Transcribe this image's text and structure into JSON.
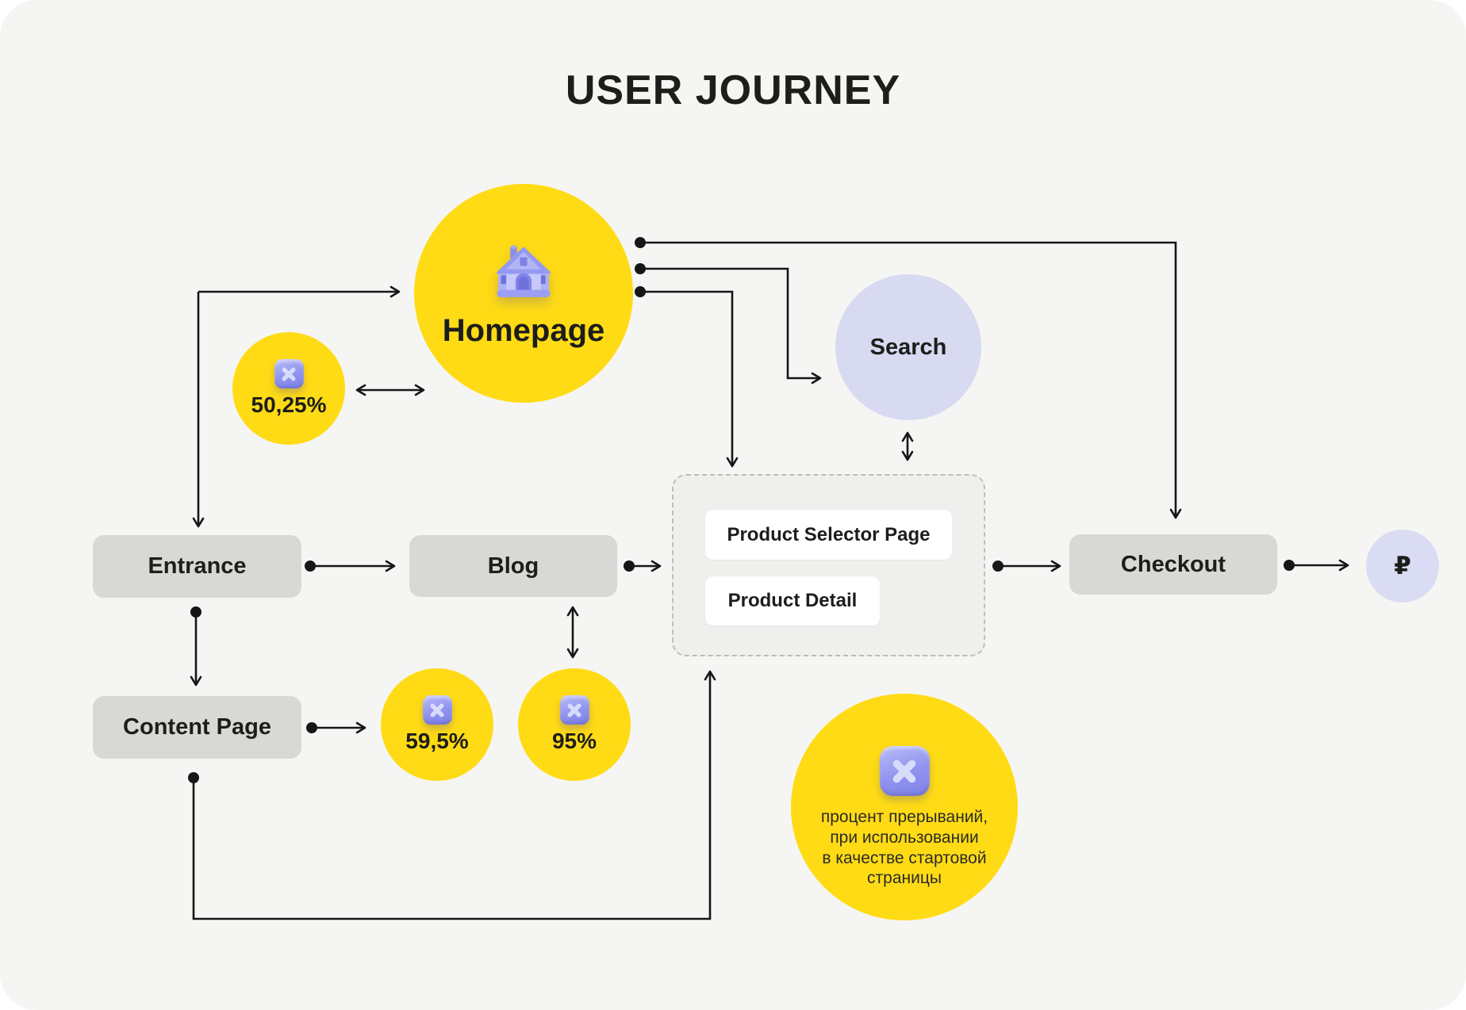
{
  "title": "USER JOURNEY",
  "colors": {
    "panel_background": "#f5f5f3",
    "accent_yellow": "#ffdb15",
    "accent_lavender": "#d7daf0",
    "node_gray": "#d8d8d6",
    "line_black": "#161616",
    "text": "#1d1d1b"
  },
  "nodes": {
    "homepage": {
      "label": "Homepage"
    },
    "search": {
      "label": "Search"
    },
    "entrance": {
      "label": "Entrance"
    },
    "blog": {
      "label": "Blog"
    },
    "checkout": {
      "label": "Checkout"
    },
    "content_page": {
      "label": "Content Page"
    },
    "product_group": {
      "selector_label": "Product Selector Page",
      "detail_label": "Product Detail"
    },
    "currency": {
      "symbol": "₽"
    }
  },
  "stats": {
    "homepage_abandon": "50,25%",
    "content_abandon": "59,5%",
    "blog_abandon": "95%"
  },
  "legend": {
    "lines": [
      "процент прерываний,",
      "при использовании",
      "в качестве стартовой",
      "страницы"
    ]
  }
}
